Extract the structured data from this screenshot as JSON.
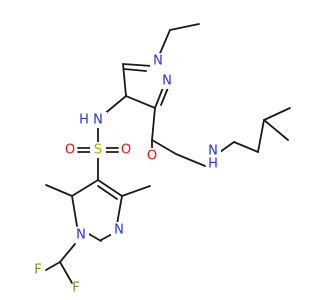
{
  "molecule": {
    "atoms": {
      "n1_top": {
        "label": "N",
        "color": "#2233dd"
      },
      "n2_top": {
        "label": "N",
        "color": "#2233dd"
      },
      "nh_sulfonamide": {
        "label": "N",
        "color": "#2233dd"
      },
      "h_sulfonamide": {
        "label": "H",
        "color": "#2233dd"
      },
      "s_sulfonyl": {
        "label": "S",
        "color": "#b8a800"
      },
      "o_left": {
        "label": "O",
        "color": "#ee1111"
      },
      "o_right": {
        "label": "O",
        "color": "#ee1111"
      },
      "o_carbonyl": {
        "label": "O",
        "color": "#ee1111"
      },
      "n_amide": {
        "label": "N",
        "color": "#2233dd"
      },
      "h_amide": {
        "label": "H",
        "color": "#2233dd"
      },
      "n1_bottom": {
        "label": "N",
        "color": "#2233dd"
      },
      "n2_bottom": {
        "label": "N",
        "color": "#2233dd"
      },
      "f_left": {
        "label": "F",
        "color": "#8a8a1a"
      },
      "f_right": {
        "label": "F",
        "color": "#8a8a1a"
      }
    }
  }
}
